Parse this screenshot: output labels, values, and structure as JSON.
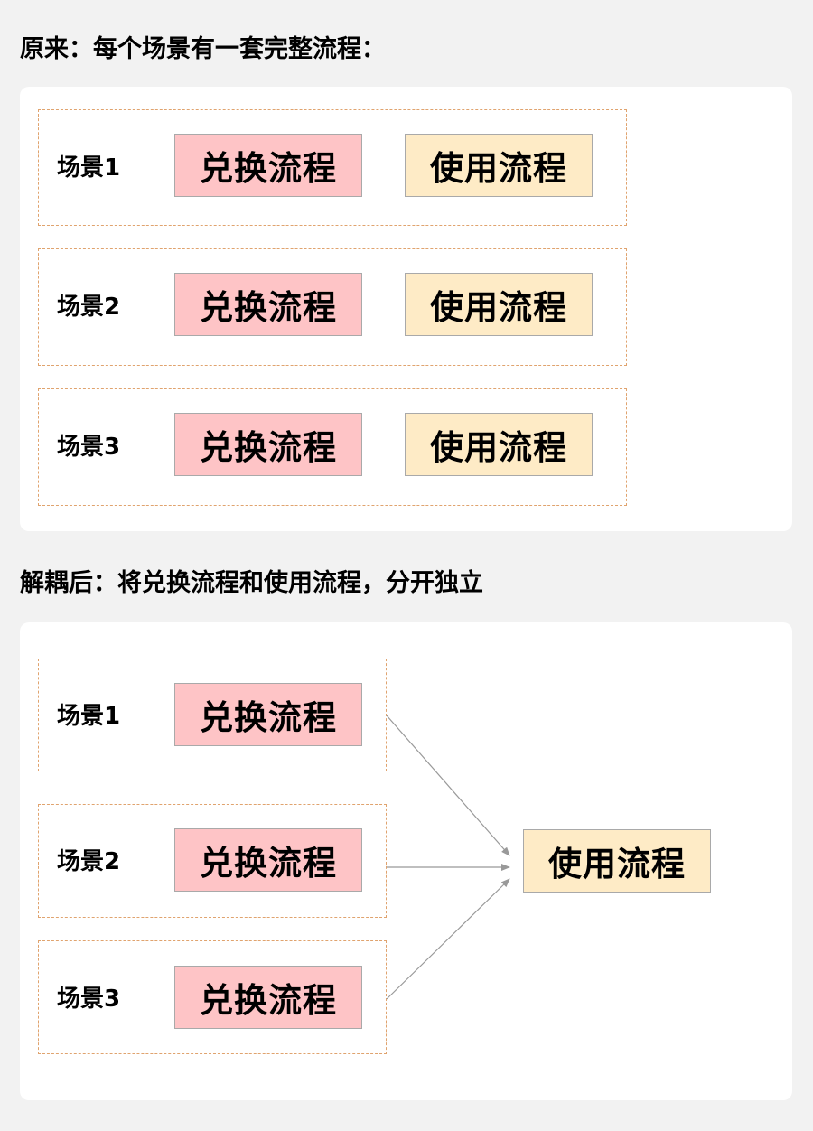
{
  "top": {
    "heading": "原来：每个场景有一套完整流程：",
    "scenes": [
      {
        "label": "场景1",
        "exchange": "兑换流程",
        "use": "使用流程"
      },
      {
        "label": "场景2",
        "exchange": "兑换流程",
        "use": "使用流程"
      },
      {
        "label": "场景3",
        "exchange": "兑换流程",
        "use": "使用流程"
      }
    ]
  },
  "bottom": {
    "heading": "解耦后：将兑换流程和使用流程，分开独立",
    "scenes": [
      {
        "label": "场景1",
        "exchange": "兑换流程"
      },
      {
        "label": "场景2",
        "exchange": "兑换流程"
      },
      {
        "label": "场景3",
        "exchange": "兑换流程"
      }
    ],
    "shared_use": "使用流程"
  },
  "colors": {
    "exchange_fill": "#fec4c6",
    "use_fill": "#feebc6",
    "scene_border": "#e0a36e",
    "arrow": "#999999"
  }
}
